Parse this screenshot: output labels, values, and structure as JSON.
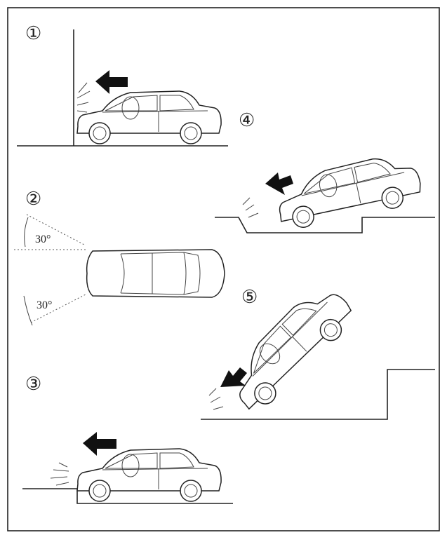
{
  "frame": {
    "border_color": "#333333"
  },
  "scenarios": [
    {
      "id": 1,
      "marker": "①",
      "arrow_icon": "arrow-left-icon"
    },
    {
      "id": 2,
      "marker": "②",
      "angle_upper": "30°",
      "angle_lower": "30°"
    },
    {
      "id": 3,
      "marker": "③",
      "arrow_icon": "arrow-left-icon"
    },
    {
      "id": 4,
      "marker": "④",
      "arrow_icon": "arrow-down-left-icon"
    },
    {
      "id": 5,
      "marker": "⑤",
      "arrow_icon": "arrow-down-left-icon"
    }
  ]
}
